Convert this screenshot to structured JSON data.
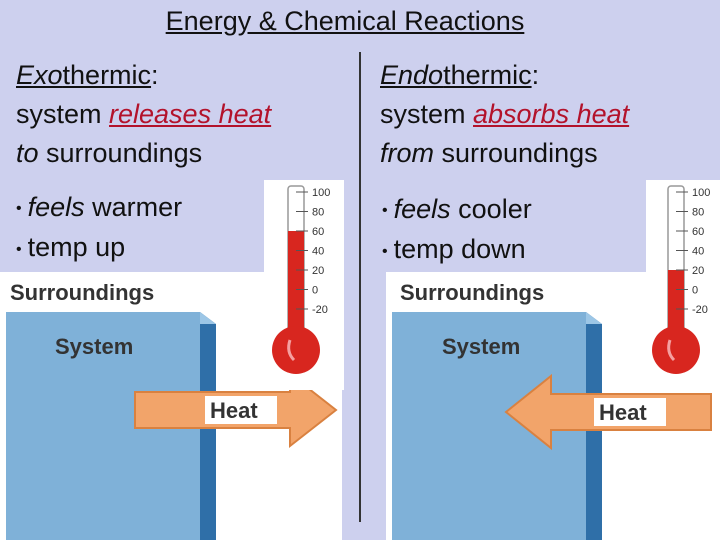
{
  "title": "Energy & Chemical Reactions",
  "left": {
    "heading_prefix": "Exo",
    "heading_suffix": "thermic",
    "heading_colon": ":",
    "line2_a": "system ",
    "line2_b": "releases heat",
    "line3_a": "to",
    "line3_b": " surroundings",
    "bullet1_a": "feels",
    "bullet1_b": " warmer",
    "bullet2": "temp up",
    "diagram": {
      "surroundings": "Surroundings",
      "system": "System",
      "heat": "Heat",
      "arrow_direction": "right"
    }
  },
  "right": {
    "heading_prefix": "Endo",
    "heading_suffix": "thermic",
    "heading_colon": ":",
    "line2_a": "system ",
    "line2_b": "absorbs heat",
    "line3_a": "from",
    "line3_b": " surroundings",
    "bullet1_a": "feels",
    "bullet1_b": " cooler",
    "bullet2": "temp down",
    "diagram": {
      "surroundings": "Surroundings",
      "system": "System",
      "heat": "Heat",
      "arrow_direction": "left"
    }
  },
  "thermometer_scale": [
    "100",
    "80",
    "60",
    "40",
    "20",
    "0",
    "-20"
  ],
  "thermo_left_level": 60,
  "thermo_right_level": 20,
  "colors": {
    "background": "#cdd0ee",
    "accent_red": "#b3122b",
    "mercury": "#d8261f",
    "system_blue": "#7fb1d8",
    "heat_arrow": "#f2a46a"
  }
}
